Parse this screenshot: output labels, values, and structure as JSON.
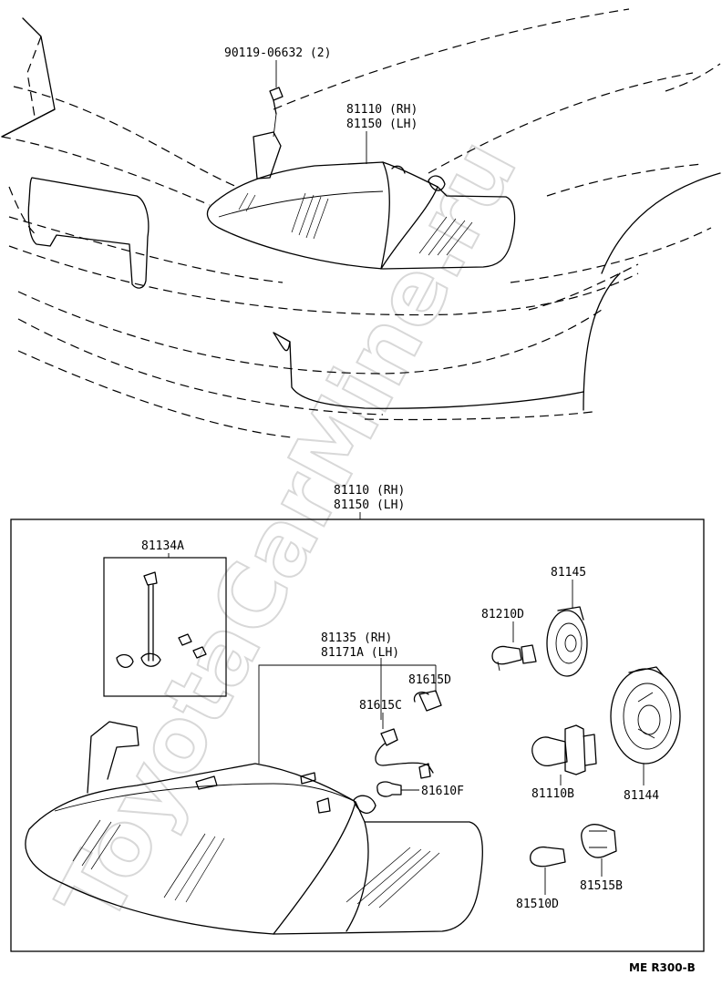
{
  "watermark": "ToyotaCarMine.ru",
  "top_view": {
    "bolt_label": "90119-06632 (2)",
    "headlamp_label_rh": "81110 (RH)",
    "headlamp_label_lh": "81150 (LH)"
  },
  "assembly": {
    "label_rh": "81110 (RH)",
    "label_lh": "81150 (LH)"
  },
  "parts": {
    "adjuster_set": "81134A",
    "socket_wire_rh": "81135  (RH)",
    "socket_wire_lh": "81171A (LH)",
    "socket_d": "81615D",
    "socket_c": "81615C",
    "bulb_f": "81610F",
    "bulb_h": "81210D",
    "cover_small": "81145",
    "bulb_b": "81110B",
    "cover_large": "81144",
    "bulb_d": "81510D",
    "socket_b": "81515B"
  },
  "reference_code": "ME R300-B"
}
